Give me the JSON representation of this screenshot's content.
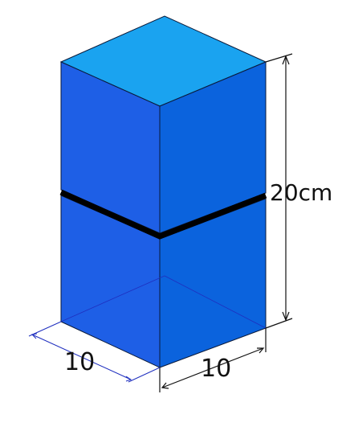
{
  "diagram": {
    "labels": {
      "height": "20cm",
      "width_left": "10",
      "width_right": "10"
    },
    "colors": {
      "top_face": "#1AA3F0",
      "left_face": "#1E5FE6",
      "right_face": "#0B63DD",
      "edge": "#0a1a3a",
      "seam": "#000000",
      "dimension_line_right": "#111111",
      "dimension_line_left": "#1f2fbf"
    }
  }
}
